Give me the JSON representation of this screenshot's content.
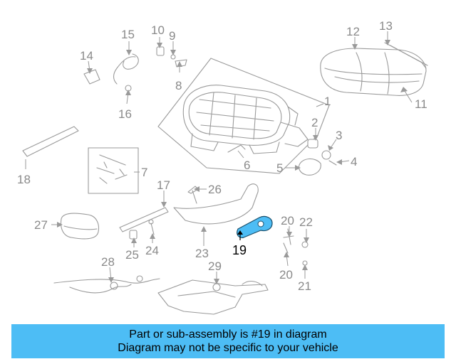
{
  "colors": {
    "banner_bg": "#4dbdf5",
    "highlight_part": "#4dbdf5",
    "line_gray": "#9a9a9a",
    "label_gray": "#8a8a8a"
  },
  "callouts": {
    "c1": "1",
    "c2": "2",
    "c3": "3",
    "c4": "4",
    "c5": "5",
    "c6": "6",
    "c7": "7",
    "c8": "8",
    "c9": "9",
    "c10": "10",
    "c11": "11",
    "c12": "12",
    "c13": "13",
    "c14": "14",
    "c15": "15",
    "c16": "16",
    "c17": "17",
    "c18": "18",
    "c19": "19",
    "c20a": "20",
    "c20b": "20",
    "c21": "21",
    "c22": "22",
    "c23": "23",
    "c24": "24",
    "c25": "25",
    "c26": "26",
    "c27": "27",
    "c28": "28",
    "c29": "29"
  },
  "banner": {
    "line1": "Part or sub-assembly is #19 in diagram",
    "line2": "Diagram may not be specific to your vehicle"
  }
}
